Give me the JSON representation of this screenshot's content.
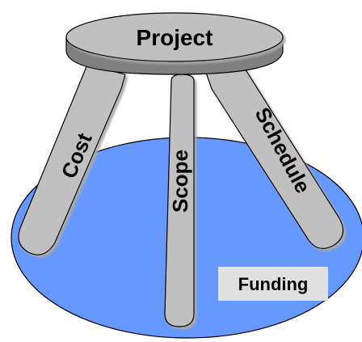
{
  "diagram": {
    "seat_label": "Project",
    "legs": [
      {
        "label": "Cost"
      },
      {
        "label": "Scope"
      },
      {
        "label": "Schedule"
      }
    ],
    "base_label": "Funding"
  },
  "colors": {
    "base_fill": "#6699ff",
    "stool_fill": "#c0c0c0",
    "stool_dark": "#808080",
    "outline": "#000000",
    "label_box": "#e0e0e0"
  }
}
